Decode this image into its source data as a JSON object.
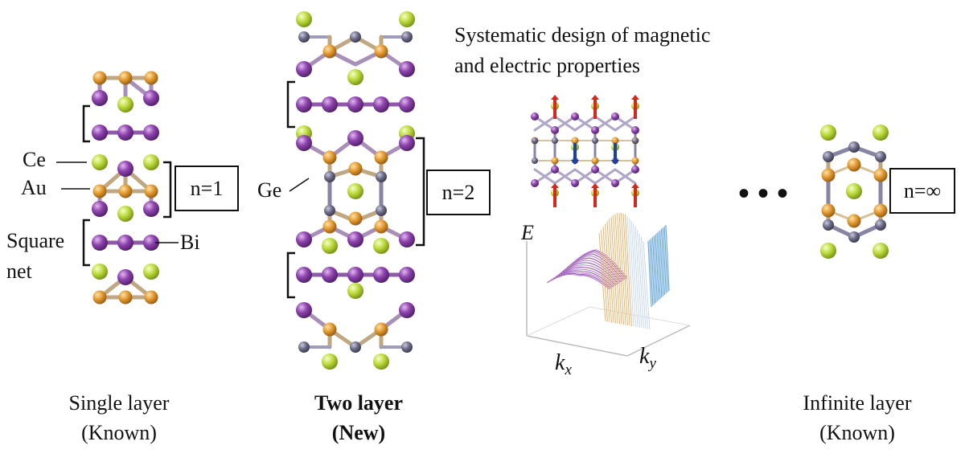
{
  "title_line1": "Systematic design of magnetic",
  "title_line2": "and electric properties",
  "labels": {
    "ce": "Ce",
    "au": "Au",
    "square": "Square",
    "net": "net",
    "bi": "Bi",
    "ge": "Ge"
  },
  "boxes": {
    "n1": "n=1",
    "n2": "n=2",
    "ninf": "n=∞"
  },
  "axes": {
    "e": "E",
    "kx": "k",
    "kx_sub": "x",
    "ky": "k",
    "ky_sub": "y"
  },
  "ellipsis": "• • •",
  "captions": {
    "single_line1": "Single layer",
    "single_line2": "(Known)",
    "two_line1": "Two layer",
    "two_line2": "(New)",
    "inf_line1": "Infinite layer",
    "inf_line2": "(Known)"
  },
  "colors": {
    "bi": "#7d3c98",
    "au": "#e0962c",
    "ce": "#b8d638",
    "ge": "#6b6a86",
    "spin_up": "#d7261e",
    "spin_down": "#1f3fa8"
  }
}
